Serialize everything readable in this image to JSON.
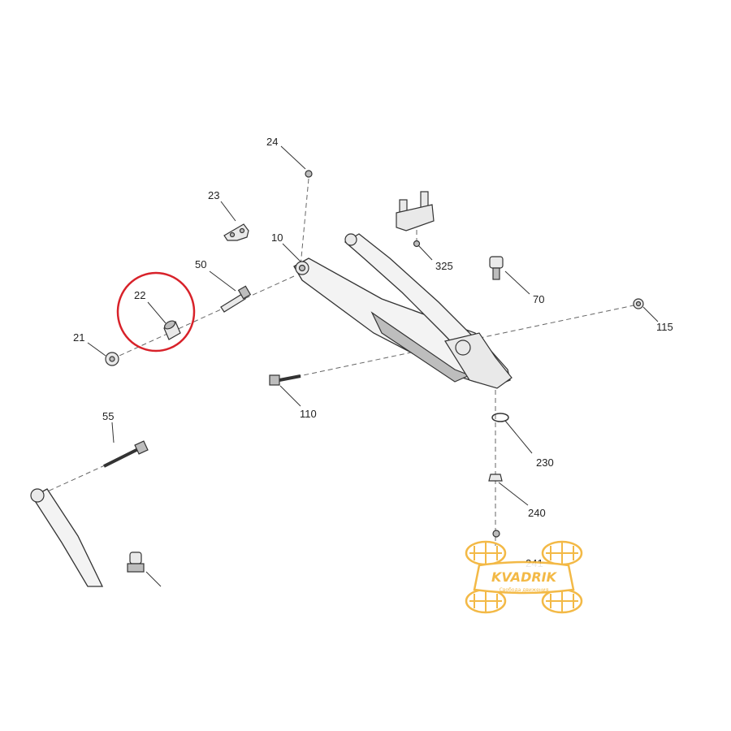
{
  "callouts": {
    "c10": "10",
    "c21": "21",
    "c22": "22",
    "c23": "23",
    "c24": "24",
    "c50": "50",
    "c55": "55",
    "c70": "70",
    "c110": "110",
    "c115": "115",
    "c230": "230",
    "c240": "240",
    "c241": "241",
    "c325": "325"
  },
  "watermark": {
    "brand": "KVADRIK",
    "slogan": "Свобода движения"
  },
  "colors": {
    "highlight_ring": "#d8222a",
    "watermark": "#f2b233"
  }
}
